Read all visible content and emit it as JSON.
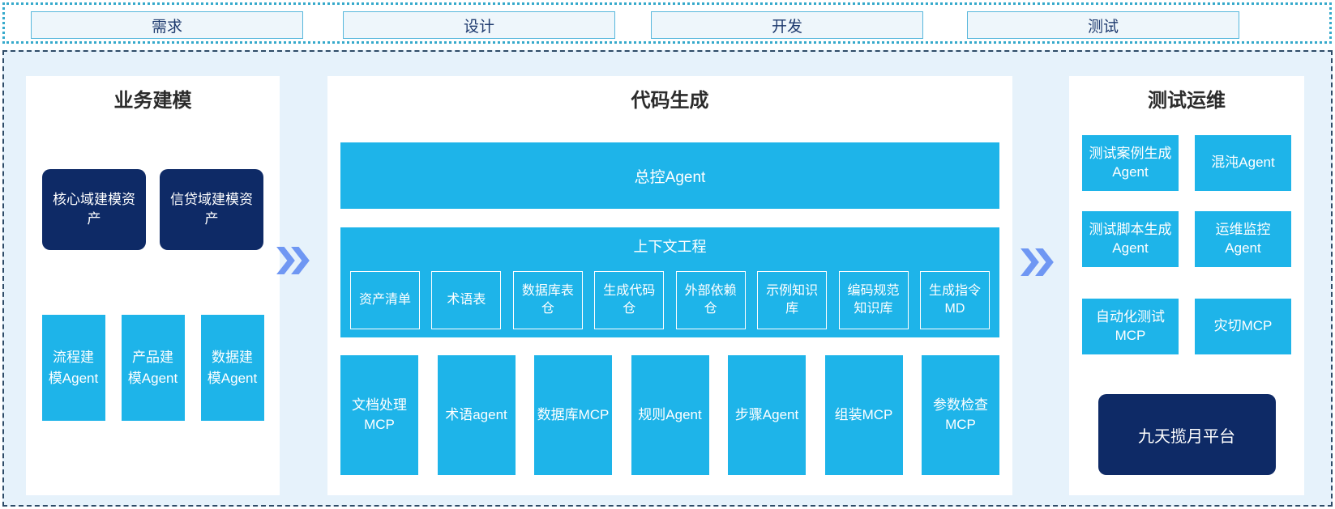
{
  "stages": [
    {
      "label": "需求"
    },
    {
      "label": "设计"
    },
    {
      "label": "开发"
    },
    {
      "label": "测试"
    }
  ],
  "panels": {
    "business_modeling": {
      "title": "业务建模",
      "asset_boxes": [
        "核心域建模资产",
        "信贷域建模资产"
      ],
      "agent_boxes": [
        "流程建模Agent",
        "产品建模Agent",
        "数据建模Agent"
      ]
    },
    "code_generation": {
      "title": "代码生成",
      "master_agent": "总控Agent",
      "context_engineering": {
        "title": "上下文工程",
        "items": [
          "资产清单",
          "术语表",
          "数据库表仓",
          "生成代码仓",
          "外部依赖仓",
          "示例知识库",
          "编码规范知识库",
          "生成指令MD"
        ]
      },
      "tools": [
        "文档处理MCP",
        "术语agent",
        "数据库MCP",
        "规则Agent",
        "步骤Agent",
        "组装MCP",
        "参数检查MCP"
      ]
    },
    "test_ops": {
      "title": "测试运维",
      "agent_boxes": [
        "测试案例生成Agent",
        "混沌Agent",
        "测试脚本生成Agent",
        "运维监控Agent",
        "自动化测试MCP",
        "灾切MCP"
      ],
      "platform": "九天揽月平台"
    }
  },
  "icons": {
    "flow_arrow": "double-chevron-right"
  },
  "colors": {
    "cyan": "#1eb4e9",
    "navy": "#0e2a66",
    "chevron_blue": "#6f97f3",
    "container_bg": "#e6f2fb",
    "banner_dot_border": "#35a9cb",
    "main_dash_border": "#2e4c68",
    "stage_box_bg": "#eef6fb",
    "stage_box_border": "#57b7dc",
    "stage_text": "#1e3a6e"
  }
}
